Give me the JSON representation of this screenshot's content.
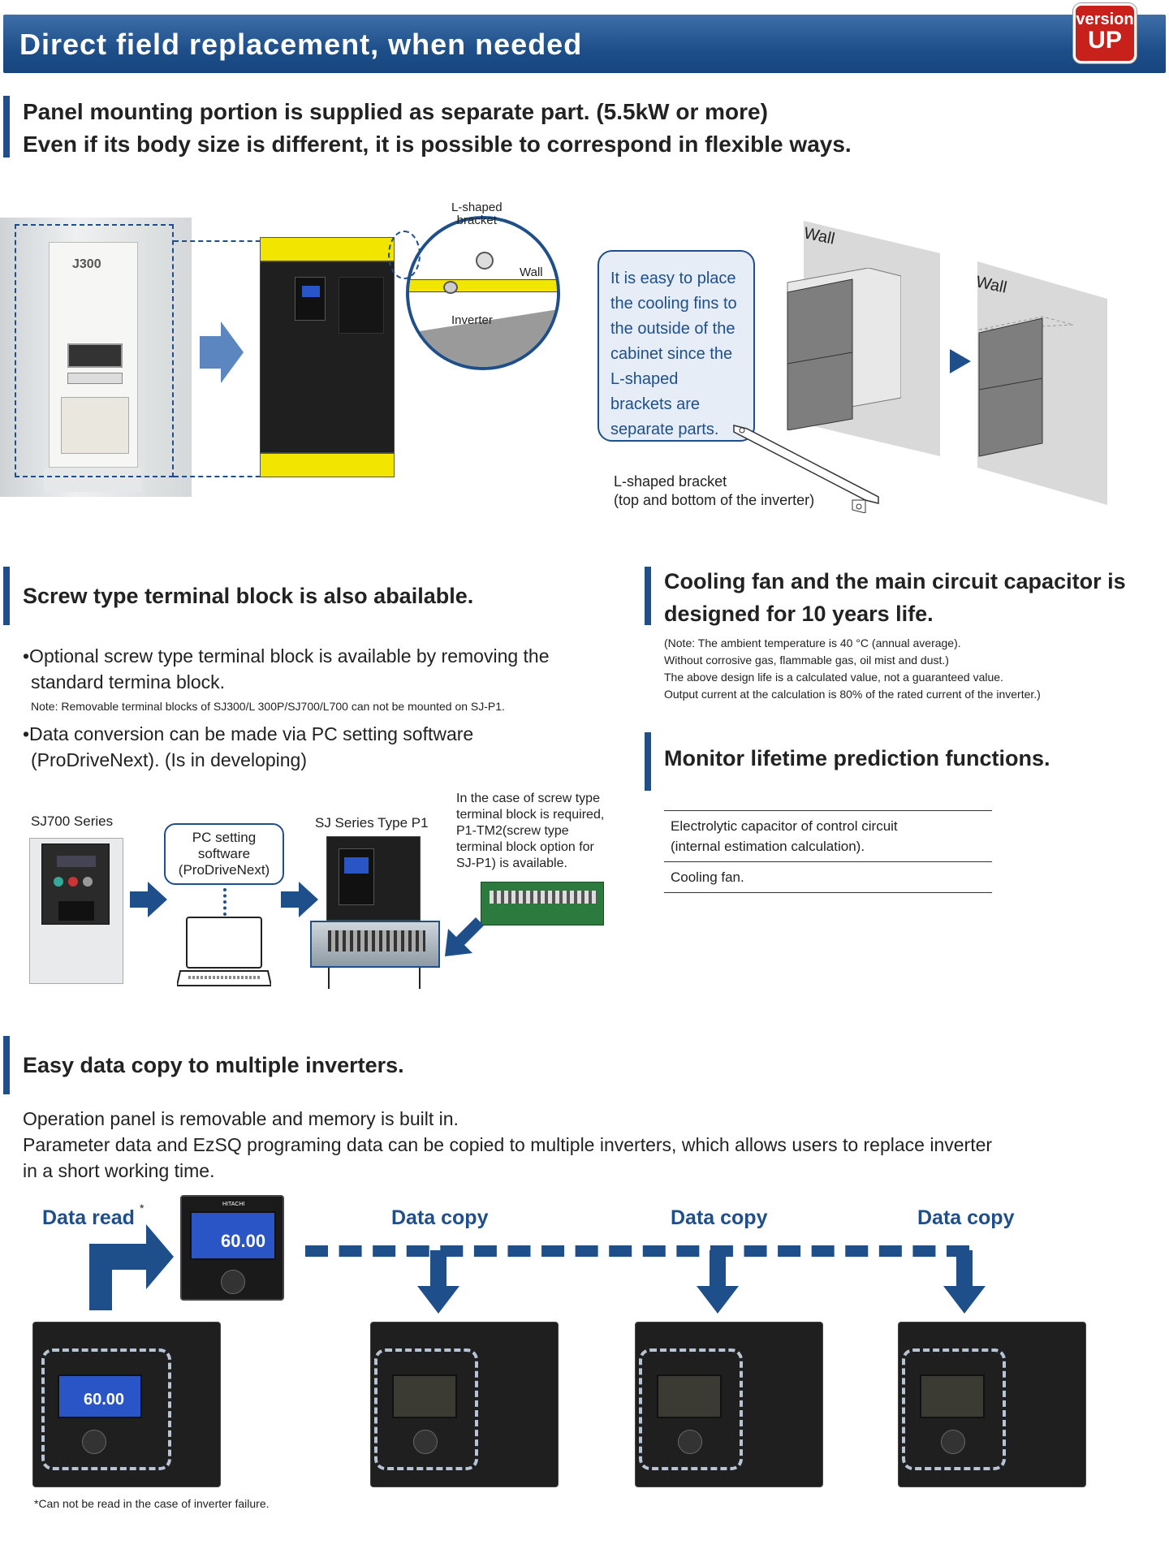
{
  "header": {
    "title": "Direct field replacement, when needed",
    "badge_top": "version",
    "badge_bottom": "UP"
  },
  "intro": {
    "line1": "Panel mounting portion is supplied as separate part. (5.5kW or more)",
    "line2": "Even if its body size is different, it is possible to correspond in flexible ways."
  },
  "mount_figure": {
    "j300_label": "J300",
    "zoom_bracket": "L-shaped\nbracket",
    "zoom_wall": "Wall",
    "zoom_inverter": "Inverter",
    "callout": "It is easy to place the cooling fins to the outside of the cabinet since the L-shaped brackets are separate parts.",
    "wall_label_1": "Wall",
    "wall_label_2": "Wall",
    "bracket_caption_1": "L-shaped bracket",
    "bracket_caption_2": "(top and bottom of the inverter)"
  },
  "screw_section": {
    "title": "Screw type terminal block is also abailable.",
    "bullet1_a": "•Optional screw type terminal block is available by removing the",
    "bullet1_b": "standard termina block.",
    "note": "Note: Removable terminal blocks of SJ300/L 300P/SJ700/L700 can not be mounted on SJ-P1.",
    "bullet2_a": "•Data conversion can be made via PC setting software",
    "bullet2_b": "(ProDriveNext). (Is in developing)",
    "sj700_label": "SJ700 Series",
    "pc_label_1": "PC setting",
    "pc_label_2": "software",
    "pc_label_3": "(ProDriveNext)",
    "sjp1_label": "SJ Series Type P1",
    "tm2_note_1": "In the case of screw type",
    "tm2_note_2": "terminal block is required,",
    "tm2_note_3": "P1-TM2(screw type",
    "tm2_note_4": "terminal block option  for",
    "tm2_note_5": "SJ-P1) is available."
  },
  "cooling_section": {
    "title_1": "Cooling fan and the main circuit capacitor is",
    "title_2": "designed for 10 years life.",
    "note1": "(Note: The ambient temperature is 40 °C (annual average).",
    "note2": "Without corrosive gas, flammable gas, oil mist and dust.)",
    "note3": "The above design life is a calculated value, not a guaranteed value.",
    "note4": "Output current at the calculation is 80% of the rated current of the inverter.)"
  },
  "monitor_section": {
    "title": "Monitor lifetime prediction functions.",
    "row1_a": "Electrolytic capacitor of control circuit",
    "row1_b": "(internal estimation calculation).",
    "row2": "Cooling fan."
  },
  "copy_section": {
    "title": "Easy data copy to multiple inverters.",
    "line1": "Operation panel is removable and memory is built in.",
    "line2": "Parameter data and EzSQ programing data can be copied to multiple inverters, which allows users to replace inverter",
    "line3": "in a short working time.",
    "data_read": "Data read",
    "asterisk": "*",
    "data_copy_1": "Data copy",
    "data_copy_2": "Data copy",
    "data_copy_3": "Data copy",
    "panel_value": "60.00",
    "brand": "HITACHI",
    "footnote": "*Can not be read in the case of inverter failure."
  },
  "colors": {
    "primary_blue": "#1e4f8a",
    "badge_red": "#c8211c",
    "bracket_yellow": "#f2e600",
    "screen_blue": "#2a55c7"
  }
}
